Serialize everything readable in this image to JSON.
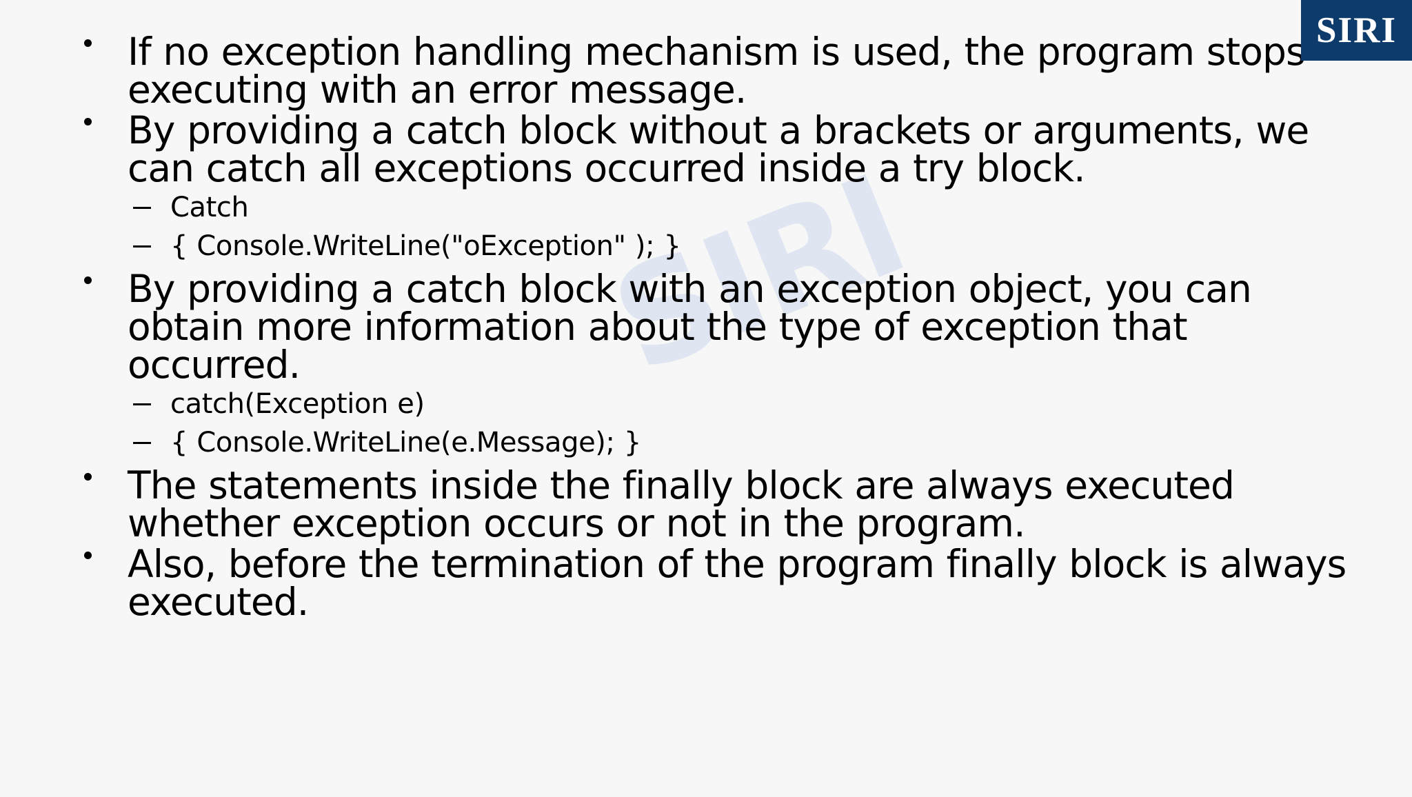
{
  "slide": {
    "background_color": "#f7f7f7",
    "text_color": "#000000"
  },
  "logo": {
    "text": "SIRI",
    "background_color": "#0d3b6b",
    "text_color": "#ffffff"
  },
  "watermark": {
    "text": "SIRI",
    "color": "#dfe5f1"
  },
  "bullets": [
    {
      "text": "If no exception handling mechanism is used, the program stops executing with an error message.",
      "sub": []
    },
    {
      "text": "By providing a catch block without a brackets or arguments, we can catch all exceptions occurred inside a try block.",
      "sub": [
        "Catch",
        "{ Console.WriteLine(\"oException\" ); }"
      ]
    },
    {
      "text": "By providing a catch block with an exception object, you can obtain more information about the type of exception that occurred.",
      "sub": [
        "catch(Exception e)",
        "{ Console.WriteLine(e.Message); }"
      ]
    },
    {
      "text": "The statements inside the finally block are always executed whether exception occurs or not in the program.",
      "sub": []
    },
    {
      "text": "Also, before the termination of the program finally block is always executed.",
      "sub": []
    }
  ]
}
